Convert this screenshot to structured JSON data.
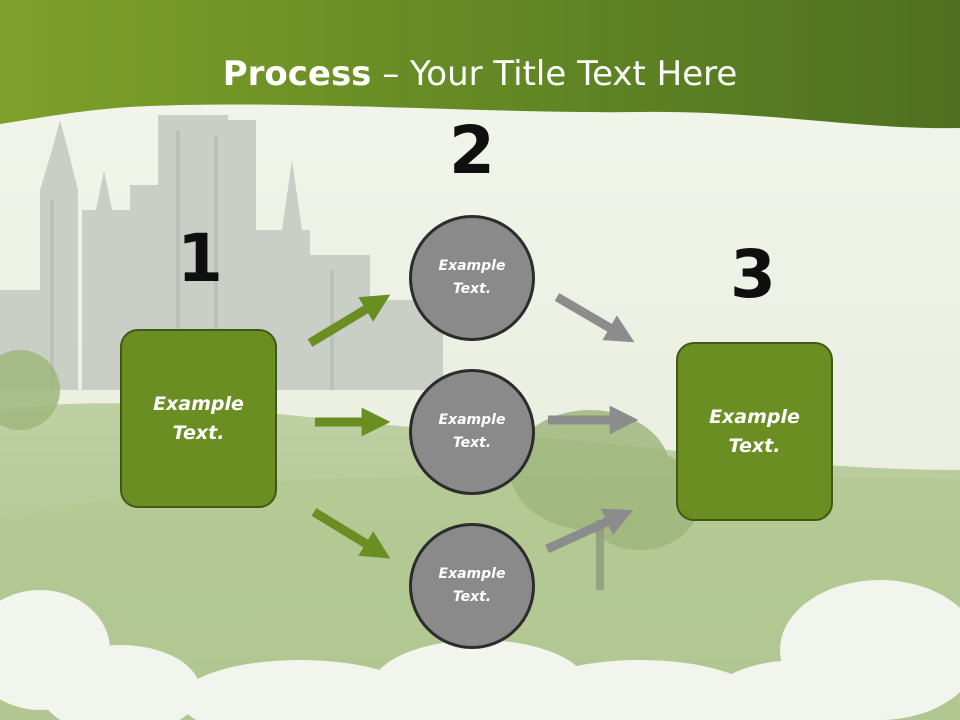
{
  "title": {
    "bold": "Process",
    "rest": " – Your Title Text Here"
  },
  "numbers": {
    "one": "1",
    "two": "2",
    "three": "3"
  },
  "boxes": {
    "left": "Example\nText.",
    "right": "Example\nText."
  },
  "circles": {
    "top": "Example\nText.",
    "middle": "Example\nText.",
    "bottom": "Example\nText."
  },
  "colors": {
    "header_green": "#6b8e23",
    "box_green": "#6b8e23",
    "circle_gray": "#8a8a8a",
    "green_arrow": "#6b8e23",
    "gray_arrow": "#8c8c8c"
  }
}
